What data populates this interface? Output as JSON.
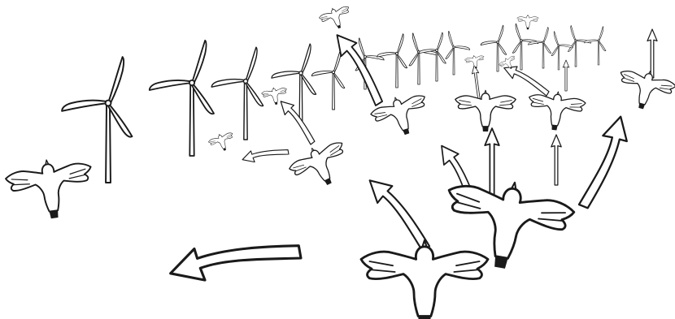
{
  "figure": {
    "style": "black-and-white line drawing",
    "subject_icons": [
      "wind-turbine",
      "bird-of-prey",
      "flight-arrow"
    ],
    "ink_color": "#1a1a1a",
    "paper_color": "#ffffff"
  }
}
